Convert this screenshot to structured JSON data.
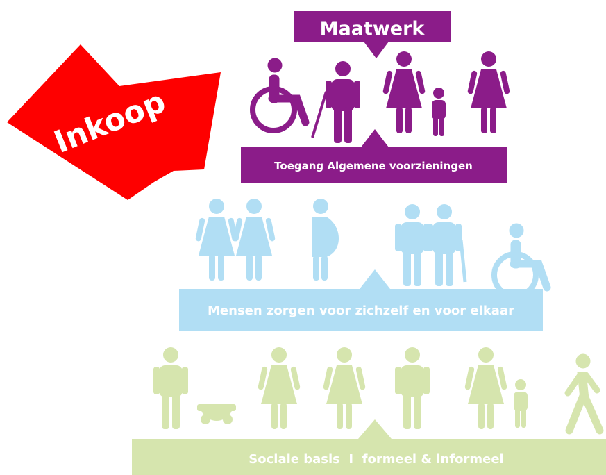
{
  "arrow": {
    "label": "Inkoop",
    "color": "#fe0000"
  },
  "top_tier": {
    "title": "Maatwerk",
    "bar_label": "Toegang Algemene voorzieningen",
    "color": "#8b1c89",
    "icons": [
      "wheelchair-user-icon",
      "blind-person-cane-icon",
      "woman-with-child-icon",
      "woman-icon"
    ]
  },
  "middle_tier": {
    "bar_label": "Mensen zorgen voor zichzelf en voor elkaar",
    "color": "#b1def4",
    "icons": [
      "couple-icon",
      "pregnant-woman-icon",
      "elderly-couple-icon",
      "wheelchair-user-icon"
    ]
  },
  "bottom_tier": {
    "bar_label": "Sociale basis  I  formeel & informeel",
    "color": "#d6e5ae",
    "icons": [
      "man-with-pram-icon",
      "woman-icon",
      "woman-icon",
      "man-icon",
      "woman-with-child-icon",
      "walking-person-icon"
    ]
  }
}
